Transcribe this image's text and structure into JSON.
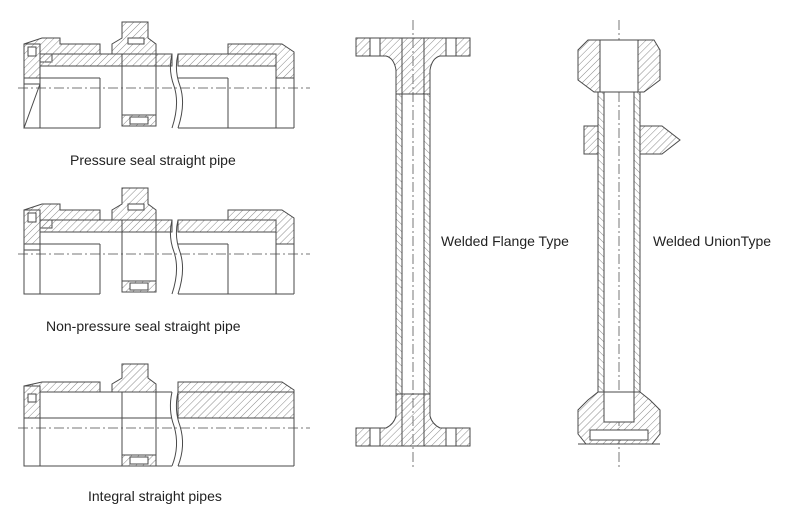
{
  "labels": {
    "pressure_seal": "Pressure seal straight pipe",
    "non_pressure_seal": "Non-pressure seal straight pipe",
    "integral": "Integral straight pipes",
    "welded_flange": "Welded Flange Type",
    "welded_union": "Welded UnionType"
  },
  "colors": {
    "line": "#4a4a4a",
    "hatch": "#8a8a8a",
    "center_line": "#777777",
    "background": "#ffffff"
  }
}
